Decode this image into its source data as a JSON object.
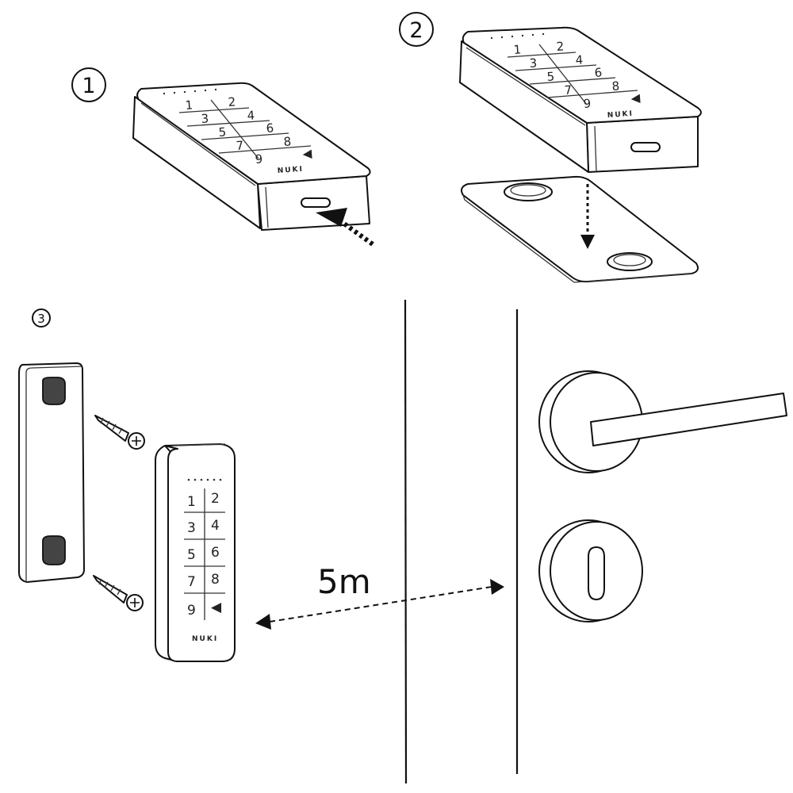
{
  "steps": {
    "step1": "1",
    "step2": "2",
    "step3": "3"
  },
  "keypad": {
    "brand": "NUKI",
    "keys": [
      "1",
      "2",
      "3",
      "4",
      "5",
      "6",
      "7",
      "8",
      "9"
    ],
    "arrow_glyph": "◀"
  },
  "distance": {
    "label": "5m"
  }
}
